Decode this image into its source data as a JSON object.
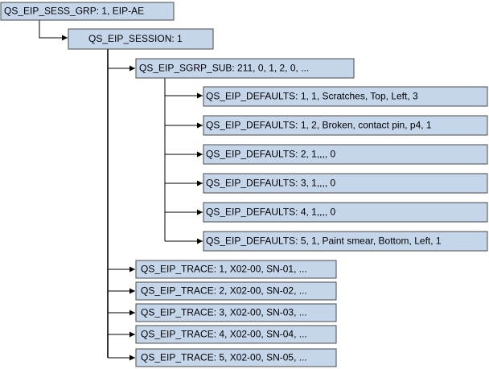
{
  "nodes": {
    "sess_grp": "QS_EIP_SESS_GRP: 1, EIP-AE",
    "session": "QS_EIP_SESSION: 1",
    "sgrp_sub": "QS_EIP_SGRP_SUB: 211, 0, 1, 2, 0, ...",
    "defaults": [
      "QS_EIP_DEFAULTS: 1, 1, Scratches, Top, Left, 3",
      "QS_EIP_DEFAULTS: 1, 2, Broken, contact pin, p4, 1",
      "QS_EIP_DEFAULTS: 2, 1,,,, 0",
      "QS_EIP_DEFAULTS: 3, 1,,,, 0",
      "QS_EIP_DEFAULTS: 4, 1,,,, 0",
      "QS_EIP_DEFAULTS: 5, 1, Paint smear, Bottom, Left, 1"
    ],
    "traces": [
      "QS_EIP_TRACE: 1, X02-00, SN-01, ...",
      "QS_EIP_TRACE: 2, X02-00, SN-02, ...",
      "QS_EIP_TRACE: 3, X02-00, SN-03, ...",
      "QS_EIP_TRACE: 4, X02-00, SN-04, ...",
      "QS_EIP_TRACE: 5, X02-00, SN-05, ..."
    ]
  },
  "colors": {
    "box_fill": "#c5d6ea",
    "box_stroke": "#4a4a4a",
    "line": "#000000"
  }
}
